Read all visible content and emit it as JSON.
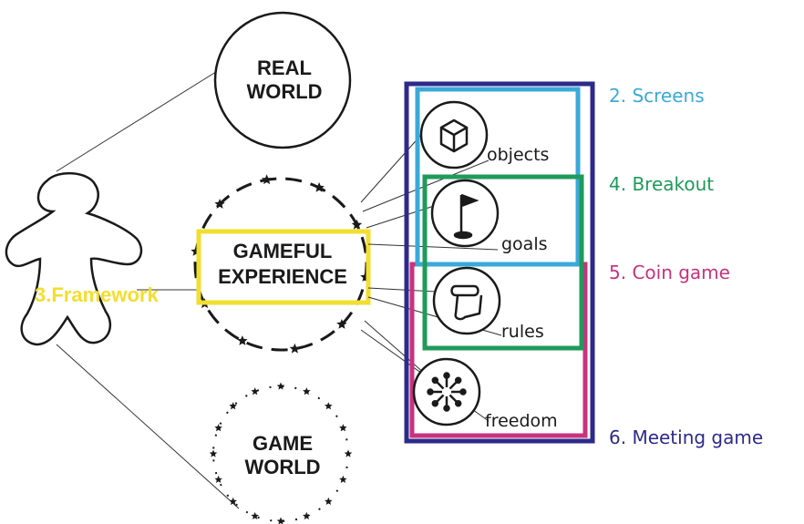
{
  "circles": {
    "real_world": [
      "REAL",
      "WORLD"
    ],
    "gameful_experience": [
      "GAMEFUL",
      "EXPERIENCE"
    ],
    "game_world": [
      "GAME",
      "WORLD"
    ]
  },
  "framework_label": "3.Framework",
  "items": [
    {
      "label": "objects",
      "icon": "cube-icon"
    },
    {
      "label": "goals",
      "icon": "flag-icon"
    },
    {
      "label": "rules",
      "icon": "scroll-icon"
    },
    {
      "label": "freedom",
      "icon": "burst-icon"
    }
  ],
  "legend": [
    {
      "label": "2. Screens",
      "color": "#3aa9d8"
    },
    {
      "label": "4. Breakout",
      "color": "#1f9a5a"
    },
    {
      "label": "5. Coin game",
      "color": "#c8327e"
    },
    {
      "label": "6. Meeting game",
      "color": "#2e2a8a"
    }
  ],
  "colors": {
    "framework": "#f2de2e",
    "screens": "#3aa9d8",
    "breakout": "#1f9a5a",
    "coin": "#c8327e",
    "meeting": "#2e2a8a"
  }
}
